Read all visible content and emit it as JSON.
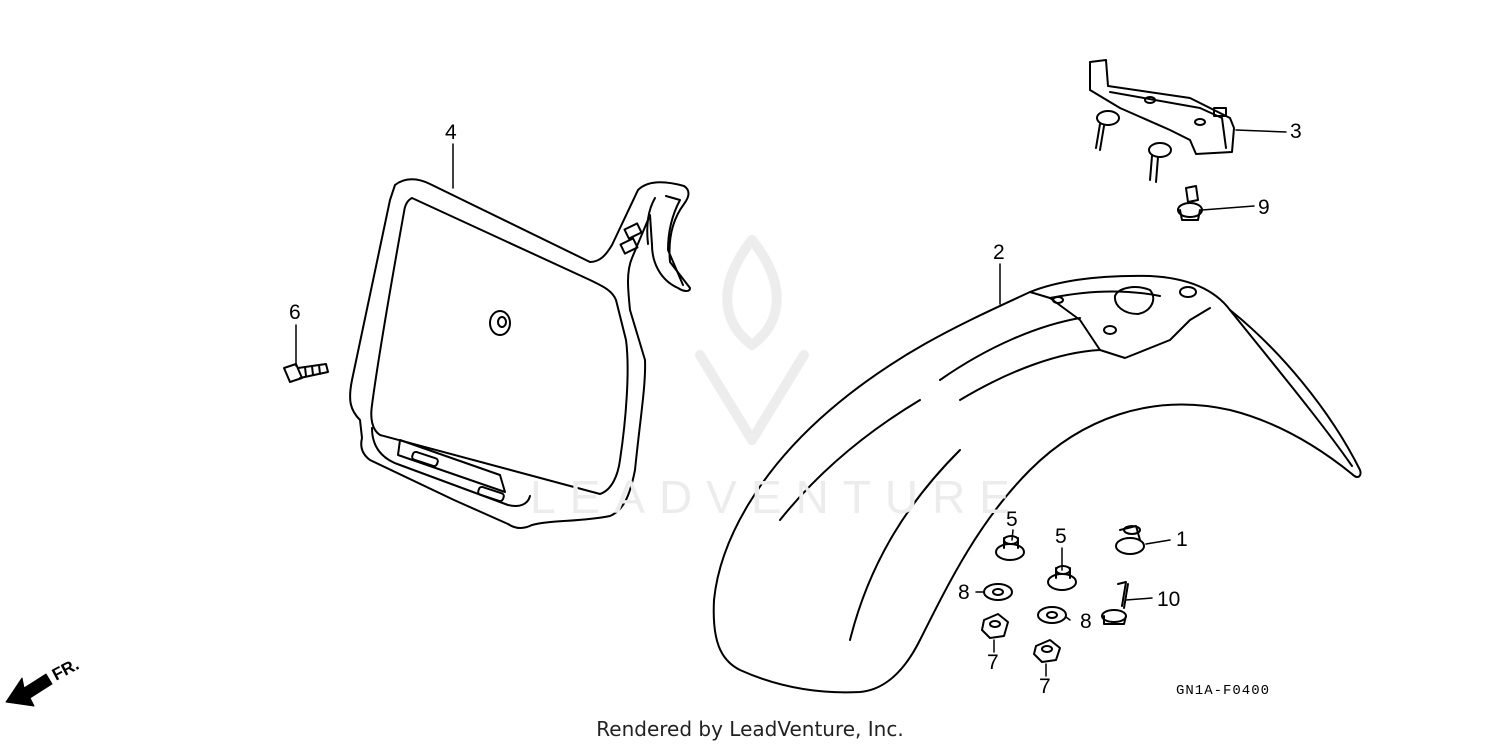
{
  "watermark": {
    "text": "LEADVENTURE"
  },
  "callouts": [
    {
      "id": "1",
      "label": "1"
    },
    {
      "id": "2",
      "label": "2"
    },
    {
      "id": "3",
      "label": "3"
    },
    {
      "id": "4",
      "label": "4"
    },
    {
      "id": "5a",
      "label": "5"
    },
    {
      "id": "5b",
      "label": "5"
    },
    {
      "id": "6",
      "label": "6"
    },
    {
      "id": "7a",
      "label": "7"
    },
    {
      "id": "7b",
      "label": "7"
    },
    {
      "id": "8a",
      "label": "8"
    },
    {
      "id": "8b",
      "label": "8"
    },
    {
      "id": "9",
      "label": "9"
    },
    {
      "id": "10",
      "label": "10"
    }
  ],
  "direction_indicator": {
    "label": "FR."
  },
  "drawing_code": "GN1A-F0400",
  "footer": {
    "credit": "Rendered by LeadVenture, Inc."
  }
}
